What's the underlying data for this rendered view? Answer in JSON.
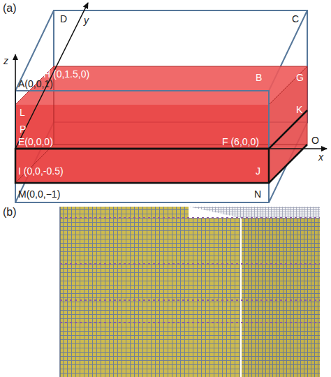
{
  "diagram": {
    "labels": [
      "(a)",
      "z",
      "D",
      "y",
      "C",
      "A(0,0,1)",
      "H (0,1.5,0)",
      "B",
      "G",
      "L",
      "K",
      "P",
      "O",
      "E(0,0,0)",
      "F (6,0,0)",
      "x",
      "I (0,0,-0.5)",
      "J",
      "M(0,0,−1)",
      "N",
      "(b)"
    ]
  }
}
